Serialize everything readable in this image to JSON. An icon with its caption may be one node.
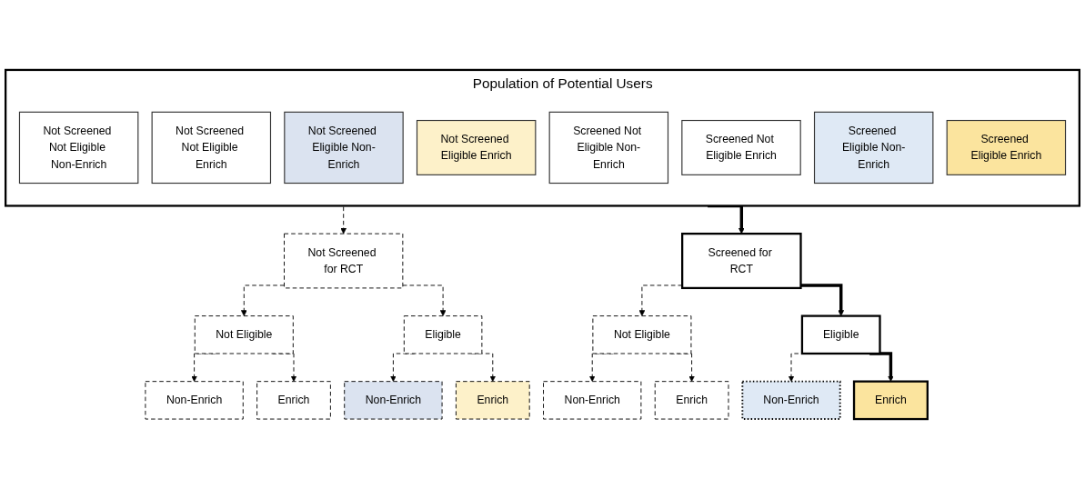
{
  "diagram": {
    "nodes": [
      {
        "text": [
          "Population of Potential Users"
        ]
      },
      {
        "text": [
          "Not Screened Not Eligible Non-Enrich"
        ],
        "in": 0
      },
      {
        "text": [
          "Not Screened Not Eligible Enrich"
        ],
        "in": 0
      },
      {
        "text": [
          "Not Screened Eligible Non-Enrich"
        ],
        "in": 0
      },
      {
        "text": [
          "Not Screened Eligible Enrich"
        ],
        "in": 0
      },
      {
        "text": [
          "Screened Not Eligible Non-Enrich"
        ],
        "in": 0
      },
      {
        "text": [
          "Screened Not Eligible Enrich"
        ],
        "in": 0
      },
      {
        "text": [
          "Screened Eligible Non-Enrich"
        ],
        "in": 0
      },
      {
        "text": [
          "Screened Eligible Enrich"
        ],
        "in": 0
      },
      {
        "text": [
          "Not Screened for RCT"
        ]
      },
      {
        "text": [
          "Screened for RCT"
        ]
      },
      {
        "text": [
          "Not Eligible"
        ]
      },
      {
        "text": [
          "Eligible"
        ]
      },
      {
        "text": [
          "Not Eligible"
        ]
      },
      {
        "text": [
          "Eligible"
        ]
      },
      {
        "text": [
          "Non-Enrich"
        ]
      },
      {
        "text": [
          "Enrich"
        ]
      },
      {
        "text": [
          "Non-Enrich"
        ]
      },
      {
        "text": [
          "Enrich"
        ]
      },
      {
        "text": [
          "Non-Enrich"
        ]
      },
      {
        "text": [
          "Enrich"
        ]
      },
      {
        "text": [
          "Non-Enrich"
        ]
      },
      {
        "text": [
          "Enrich"
        ]
      }
    ],
    "edges": [
      {
        "from": 0,
        "to": 9,
        "arrow": "to",
        "style": "dashed"
      },
      {
        "from": 0,
        "to": 10,
        "arrow": "to",
        "style": "thick"
      },
      {
        "from": 9,
        "to": 11,
        "arrow": "to",
        "style": "dashed"
      },
      {
        "from": 9,
        "to": 12,
        "arrow": "to",
        "style": "dashed"
      },
      {
        "from": 10,
        "to": 13,
        "arrow": "to",
        "style": "dashed"
      },
      {
        "from": 10,
        "to": 14,
        "arrow": "to",
        "style": "thick"
      },
      {
        "from": 11,
        "to": 15,
        "arrow": "to",
        "style": "dashed"
      },
      {
        "from": 11,
        "to": 16,
        "arrow": "to",
        "style": "dashed"
      },
      {
        "from": 12,
        "to": 17,
        "arrow": "to",
        "style": "dashed"
      },
      {
        "from": 12,
        "to": 18,
        "arrow": "to",
        "style": "dashed"
      },
      {
        "from": 13,
        "to": 19,
        "arrow": "to",
        "style": "dashed"
      },
      {
        "from": 13,
        "to": 20,
        "arrow": "to",
        "style": "dashed"
      },
      {
        "from": 14,
        "to": 21,
        "arrow": "to",
        "style": "dashed"
      },
      {
        "from": 14,
        "to": 22,
        "arrow": "to",
        "style": "thick"
      }
    ]
  }
}
